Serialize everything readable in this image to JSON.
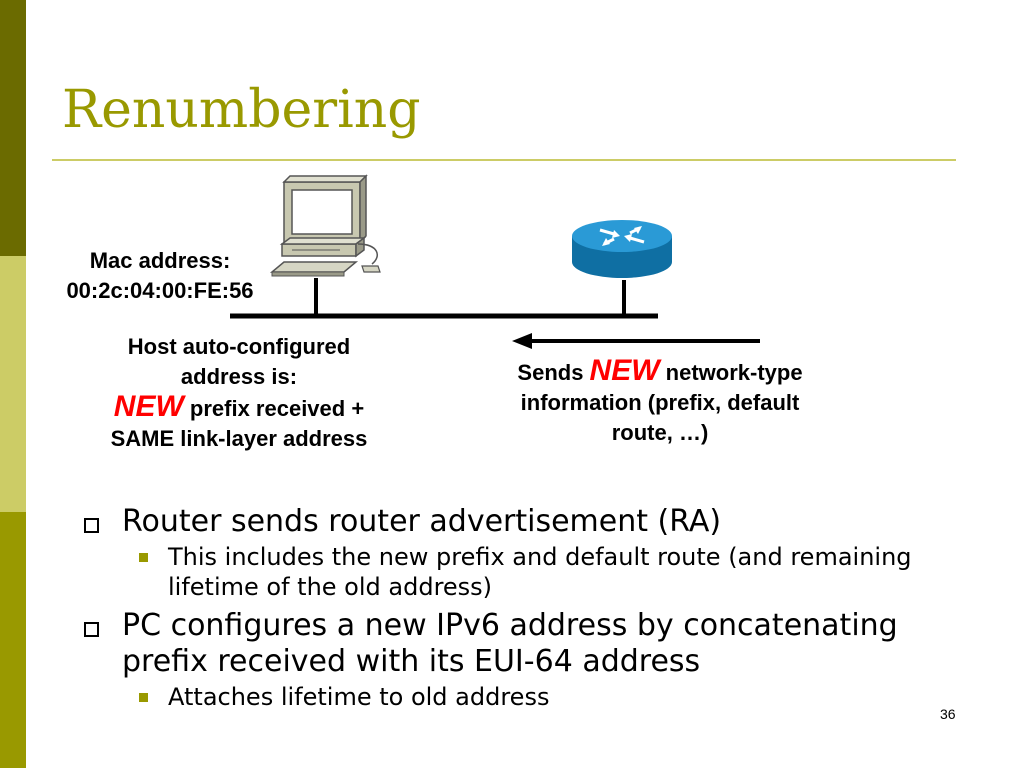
{
  "slide": {
    "title": "Renumbering",
    "page_number": "36"
  },
  "diagram": {
    "mac_label": "Mac address:",
    "mac_value": "00:2c:04:00:FE:56",
    "host_line1": "Host auto-configured",
    "host_line2": "address is:",
    "host_new": "NEW",
    "host_line3": " prefix received +",
    "host_line4": "SAME link-layer address",
    "router_sends": "Sends ",
    "router_new": "NEW",
    "router_line1": " network-type",
    "router_line2": "information (prefix, default",
    "router_line3": "route, …)"
  },
  "bullets": [
    {
      "text": "Router sends router advertisement (RA)",
      "sub": [
        "This includes the new prefix and default route (and remaining lifetime of the old address)"
      ]
    },
    {
      "text": "PC configures a new IPv6 address by concatenating prefix received with its EUI-64 address",
      "sub": [
        "Attaches lifetime to old address"
      ]
    }
  ],
  "colors": {
    "accent": "#999900",
    "new_highlight": "#ff0000",
    "router": "#1a7fb5"
  },
  "icons": [
    "computer-icon",
    "router-icon"
  ]
}
